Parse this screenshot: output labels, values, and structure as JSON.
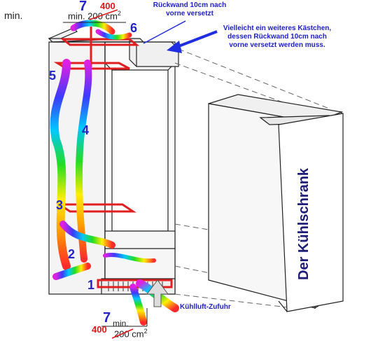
{
  "labels": {
    "top_left": "min.",
    "top_min_prefix": "min. 200 cm",
    "top_area_exp": "2",
    "top_num": "7",
    "top_red": "400",
    "rueckwand_note": "Rückwand 10cm nach vorne versetzt",
    "kaestchen_note": "Vielleicht ein weiteres Kästchen, dessen Rückwand 10cm nach vorne versetzt werden muss.",
    "fridge_label": "Der Kühlschrank",
    "cool_air": "Kühlluft-Zufuhr",
    "bottom_num": "7",
    "bottom_min": "min.",
    "bottom_red": "400",
    "bottom_area": "200 cm",
    "bottom_area_exp": "2"
  },
  "markers": [
    "1",
    "2",
    "3",
    "4",
    "5",
    "6"
  ],
  "colors": {
    "marker_blue": "#2323c8",
    "arrow_blue": "#1f2ee0",
    "fridge_panel": "#ffffff"
  }
}
